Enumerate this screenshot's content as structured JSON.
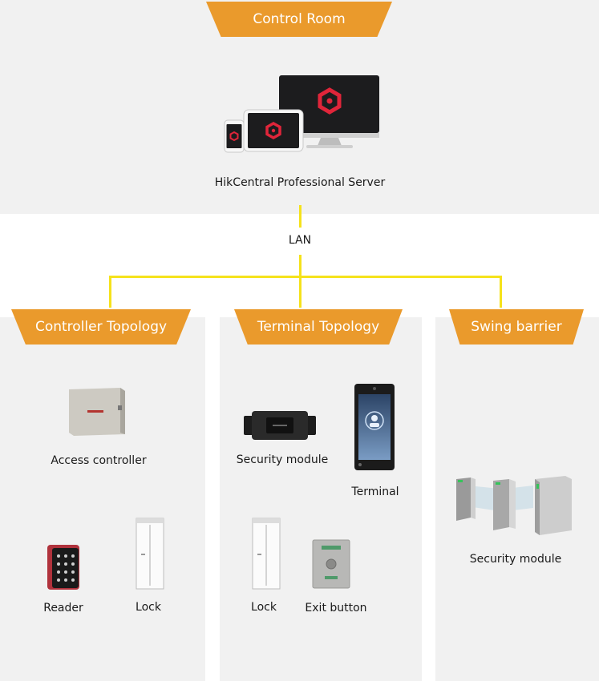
{
  "control_room": {
    "title": "Control Room",
    "server_label": "HikCentral Professional Server"
  },
  "network": {
    "label": "LAN"
  },
  "controller_topology": {
    "title": "Controller Topology",
    "access_controller_label": "Access controller",
    "reader_label": "Reader",
    "lock_label": "Lock"
  },
  "terminal_topology": {
    "title": "Terminal Topology",
    "security_module_label": "Security module",
    "terminal_label": "Terminal",
    "lock_label": "Lock",
    "exit_button_label": "Exit button"
  },
  "swing_barrier": {
    "title": "Swing barrier",
    "security_module_label": "Security module"
  },
  "colors": {
    "accent": "#ea9a2c",
    "connector": "#f5e21b",
    "panel_bg": "#f1f1f1",
    "logo_red": "#e0253a"
  }
}
